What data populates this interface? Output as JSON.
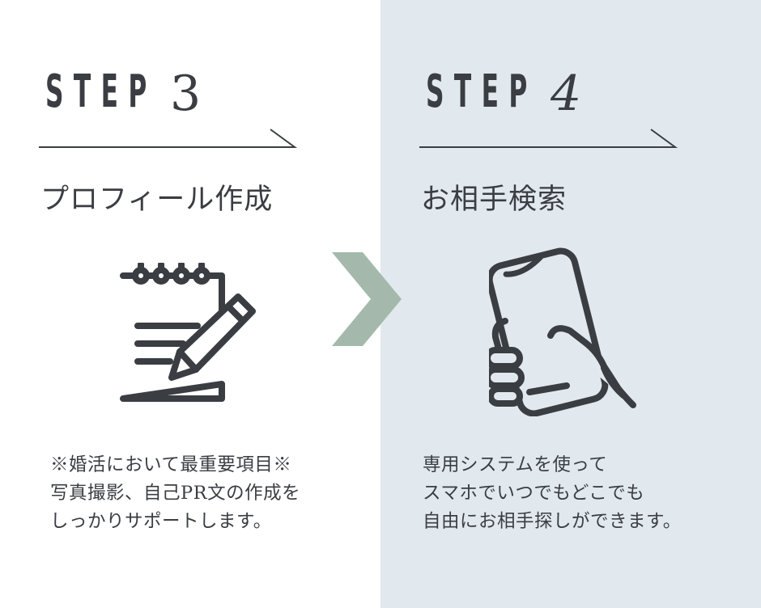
{
  "colors": {
    "left_bg": "#ffffff",
    "right_bg": "#e2e9ee",
    "ink": "#3a3d42",
    "chevron": "#a4b9ac"
  },
  "left": {
    "step_word": "STEP",
    "step_number": "3",
    "title": "プロフィール作成",
    "icon": "notepad-pencil-icon",
    "description": [
      "※婚活において最重要項目※",
      "写真撮影、自己PR文の作成を",
      "しっかりサポートします。"
    ]
  },
  "separator_icon": "chevron-right-icon",
  "right": {
    "step_word": "STEP",
    "step_number": "4",
    "title": "お相手検索",
    "icon": "hand-holding-smartphone-icon",
    "description": [
      "専用システムを使って",
      "スマホでいつでもどこでも",
      "自由にお相手探しができます。"
    ]
  }
}
